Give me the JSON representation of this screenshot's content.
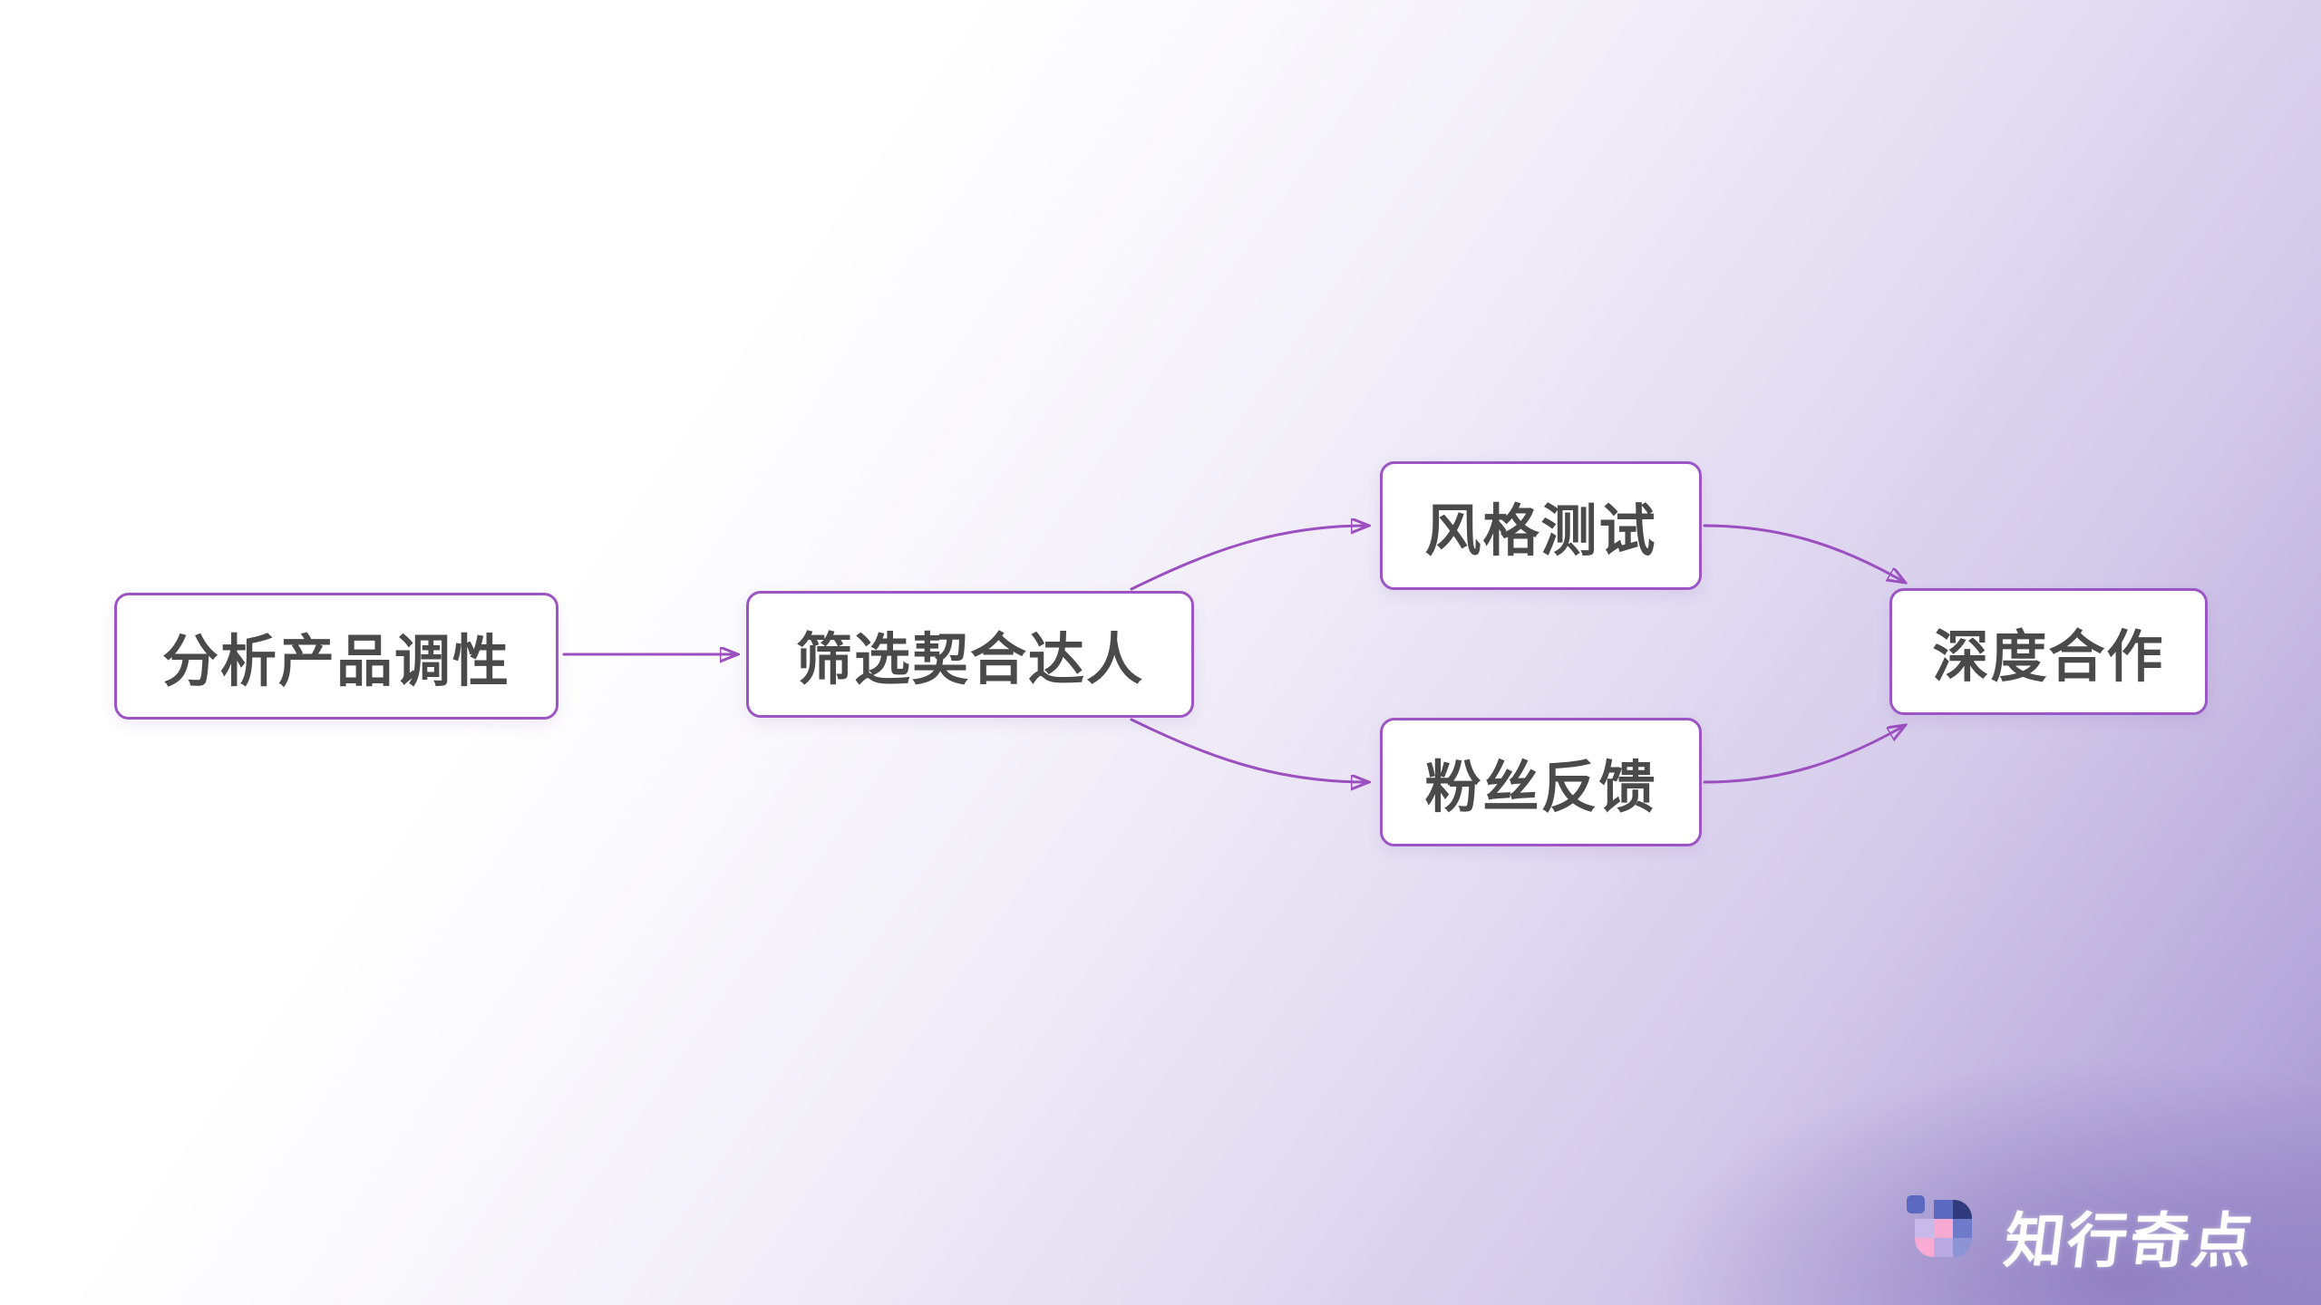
{
  "page": {
    "background_top_left": "#ffffff",
    "background_bottom_right": "#a294ce"
  },
  "diagram": {
    "type": "flowchart",
    "direction": "left-to-right",
    "nodes": [
      {
        "id": "analyze-product-tone",
        "label": "分析产品调性"
      },
      {
        "id": "select-matching-influencers",
        "label": "筛选契合达人"
      },
      {
        "id": "style-test",
        "label": "风格测试"
      },
      {
        "id": "fan-feedback",
        "label": "粉丝反馈"
      },
      {
        "id": "deep-cooperation",
        "label": "深度合作"
      }
    ],
    "edges": [
      {
        "from": "analyze-product-tone",
        "to": "select-matching-influencers"
      },
      {
        "from": "select-matching-influencers",
        "to": "style-test"
      },
      {
        "from": "select-matching-influencers",
        "to": "fan-feedback"
      },
      {
        "from": "style-test",
        "to": "deep-cooperation"
      },
      {
        "from": "fan-feedback",
        "to": "deep-cooperation"
      }
    ],
    "colors": {
      "node_border": "#9c55c5",
      "node_background": "#ffffff",
      "node_text": "#4a4a4a",
      "arrow": "#9b4fc0"
    }
  },
  "branding": {
    "logo_text": "知行奇点",
    "logo_icon": "pixel-grid-logo-icon",
    "logo_text_color": "#ffffff",
    "icon_chip_color": "#5b69c1",
    "icon_grid_colors": [
      "transparent",
      "#5b69c1",
      "#2f3b7d",
      "#c9b8ea",
      "#f6a9d3",
      "#6f7bca",
      "#f9abd4",
      "#b9a9e3",
      "#8d94d6"
    ]
  }
}
